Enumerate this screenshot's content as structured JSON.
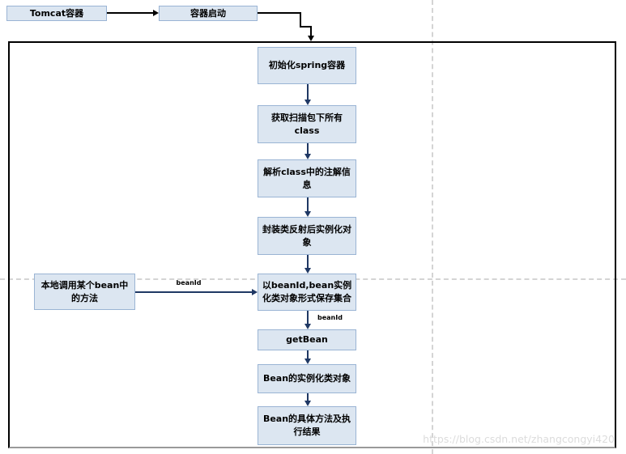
{
  "top": {
    "tomcat_box": "Tomcat容器",
    "start_box": "容器启动"
  },
  "flow_steps": [
    {
      "label": "初始化spring容器"
    },
    {
      "label": "获取扫描包下所有class"
    },
    {
      "label": "解析class中的注解信息"
    },
    {
      "label": "封装类反射后实例化对象"
    },
    {
      "label": "以beanId,bean实例化类对象形式保存集合"
    },
    {
      "label": "getBean"
    },
    {
      "label": "Bean的实例化类对象"
    },
    {
      "label": "Bean的具体方法及执行结果"
    }
  ],
  "side_box": {
    "label": "本地调用某个bean中的方法"
  },
  "arrow_labels": {
    "side_arrow": "beanId",
    "getbean_arrow": "beanId"
  },
  "watermark": "https://blog.csdn.net/zhangcongyi420",
  "colors": {
    "box_fill": "#dce6f1",
    "box_border": "#9ab4d4",
    "flow_arrow": "#1f3864",
    "connector": "#000000",
    "frame_border": "#000000",
    "guide_dashed": "#d4d4d4",
    "watermark_text": "#dcdcdc"
  }
}
